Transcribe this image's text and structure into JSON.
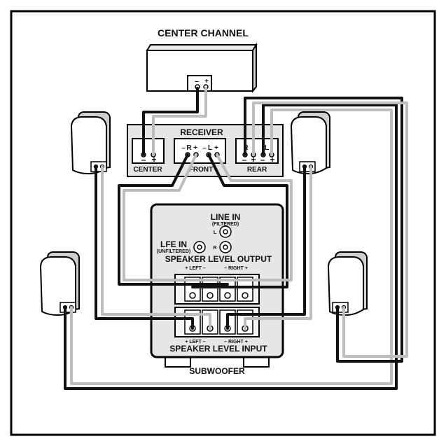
{
  "labels": {
    "center_channel": "CENTER CHANNEL",
    "receiver": "RECEIVER",
    "center": "CENTER",
    "front": "FRONT",
    "rear": "REAR",
    "line_in": "LINE IN",
    "line_in_sub": "(FILTERED)",
    "lfe_in": "LFE IN",
    "lfe_in_sub": "(UNFILTERED)",
    "jack_l": "L",
    "jack_r": "R",
    "speaker_level_output": "SPEAKER LEVEL OUTPUT",
    "speaker_level_input": "SPEAKER LEVEL INPUT",
    "left_out": "+ LEFT –",
    "right_out": "– RIGHT +",
    "left_in": "+ LEFT –",
    "right_in": "– RIGHT +",
    "subwoofer": "SUBWOOFER",
    "minus": "–",
    "plus": "+",
    "front_r": "R",
    "front_l": "L",
    "rear_r": "R",
    "rear_l": "L"
  },
  "colors": {
    "outline": "#000000",
    "background": "#ffffff",
    "panel": "#e6e6e6",
    "cabinet_shade": "#cfcfcf",
    "wire_dark": "#111111",
    "wire_light": "#bdbdbd"
  }
}
